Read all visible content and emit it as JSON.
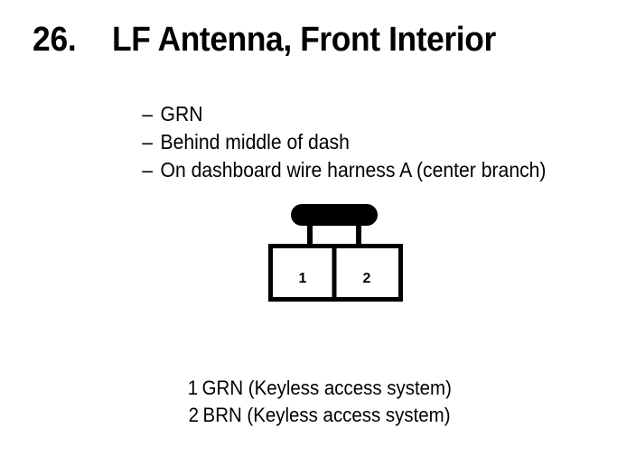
{
  "page": {
    "background_color": "#ffffff",
    "ink_color": "#000000"
  },
  "header": {
    "item_number": "26.",
    "title": "LF Antenna, Front Interior"
  },
  "details": {
    "dash": "–",
    "items": [
      "GRN",
      "Behind middle of dash",
      "On dashboard wire harness A (center branch)"
    ]
  },
  "connector": {
    "name": "2-pin-connector",
    "pin_count": 2,
    "pins": [
      {
        "number": "1"
      },
      {
        "number": "2"
      }
    ]
  },
  "legend": {
    "rows": [
      {
        "pin": "1",
        "text": "GRN (Keyless access system)"
      },
      {
        "pin": "2",
        "text": "BRN (Keyless access system)"
      }
    ]
  }
}
